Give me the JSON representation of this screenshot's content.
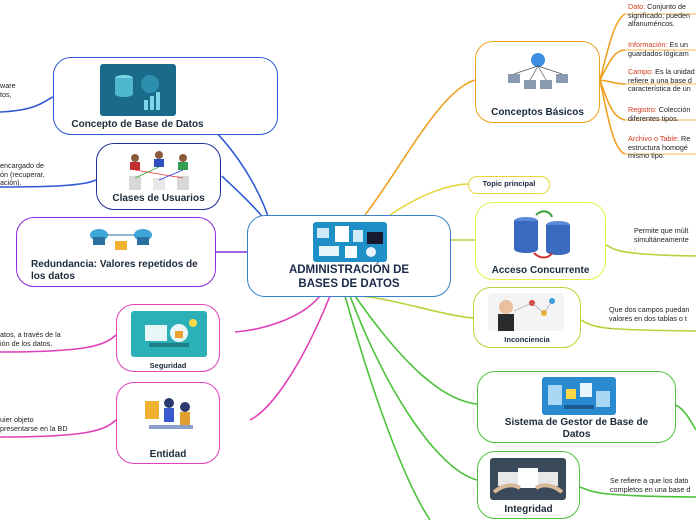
{
  "central": {
    "title": "ADMINISTRACIÓN DE BASES DE DATOS"
  },
  "left": {
    "concepto": {
      "title": "Concepto de Base de Datos",
      "note": [
        "ware",
        "tos,"
      ]
    },
    "clases": {
      "title": "Clases de Usuarios",
      "note": [
        "encargado de",
        "ón (recuperar,",
        "ación)."
      ]
    },
    "redundancia": {
      "title": "Redundancia: Valores repetidos de los datos"
    },
    "seguridad": {
      "title": "Seguridad",
      "note": [
        "atos, a través de la",
        "ión de los datos."
      ]
    },
    "entidad": {
      "title": "Entidad",
      "note": [
        "uier objeto",
        "presentarse en la BD"
      ]
    }
  },
  "right": {
    "conceptos": {
      "title": "Conceptos Básicos",
      "items": [
        {
          "term": "Dato:",
          "lines": [
            " Conjunto de",
            "significado, pueden",
            "alfanuméricos."
          ]
        },
        {
          "term": "Información:",
          "lines": [
            " Es un",
            "guardados lógicam"
          ]
        },
        {
          "term": "Campo:",
          "lines": [
            " Es la unidad",
            "refiere a una base d",
            "característica de un"
          ]
        },
        {
          "term": "Registro:",
          "lines": [
            " Colección",
            "diferentes tipos."
          ]
        },
        {
          "term": "Archivo o Table:",
          "lines": [
            "  Re",
            "estructura homogé",
            "mismo tipo."
          ]
        }
      ]
    },
    "topic": {
      "title": "Topic principal"
    },
    "acceso": {
      "title": "Acceso Concurrente",
      "note": [
        "Permite que múlt",
        "simultáneamente",
        "."
      ]
    },
    "inconciencia": {
      "title": "Inconciencia",
      "note": [
        "Que dos campos  puedan",
        "valores en dos tablas o t",
        "."
      ]
    },
    "sgbd": {
      "title": "Sistema de Gestor de Base de Datos"
    },
    "integridad": {
      "title": "Integridad",
      "note": [
        "Se refiere a que los dato",
        "completos en una base d"
      ]
    }
  },
  "colors": {
    "blue": "#2f58d6",
    "purple": "#8a2be2",
    "magenta": "#e040b8",
    "orange": "#f0a020",
    "yellow": "#e6d43a",
    "green": "#4cc23a",
    "lime": "#b8d23a"
  }
}
